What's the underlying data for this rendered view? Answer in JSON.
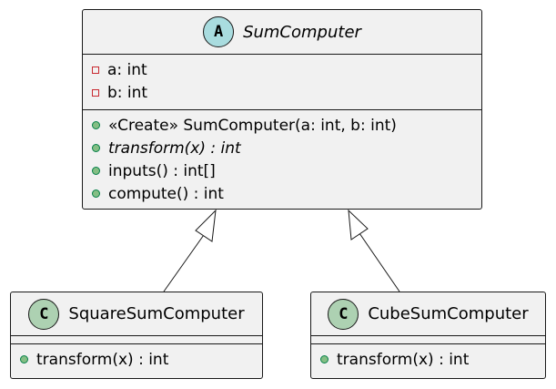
{
  "diagram": {
    "type": "uml-class-diagram",
    "classes": {
      "sum_computer": {
        "name": "SumComputer",
        "stereotype_letter": "A",
        "stereotype_color": "#a9dcdf",
        "abstract": true,
        "attributes": [
          {
            "visibility": "private",
            "text": "a: int"
          },
          {
            "visibility": "private",
            "text": "b: int"
          }
        ],
        "methods": [
          {
            "visibility": "public",
            "text": "«Create» SumComputer(a: int, b: int)",
            "italic": false
          },
          {
            "visibility": "public",
            "text": "transform(x) : int",
            "italic": true
          },
          {
            "visibility": "public",
            "text": "inputs() : int[]",
            "italic": false
          },
          {
            "visibility": "public",
            "text": "compute() : int",
            "italic": false
          }
        ]
      },
      "square_sum_computer": {
        "name": "SquareSumComputer",
        "stereotype_letter": "C",
        "stereotype_color": "#add1b2",
        "abstract": false,
        "attributes": [],
        "methods": [
          {
            "visibility": "public",
            "text": "transform(x) : int",
            "italic": false
          }
        ]
      },
      "cube_sum_computer": {
        "name": "CubeSumComputer",
        "stereotype_letter": "C",
        "stereotype_color": "#add1b2",
        "abstract": false,
        "attributes": [],
        "methods": [
          {
            "visibility": "public",
            "text": "transform(x) : int",
            "italic": false
          }
        ]
      }
    },
    "relations": [
      {
        "type": "inheritance",
        "from": "square_sum_computer",
        "to": "sum_computer"
      },
      {
        "type": "inheritance",
        "from": "cube_sum_computer",
        "to": "sum_computer"
      }
    ],
    "colors": {
      "class_background": "#f1f1f1",
      "border": "#181818",
      "private_marker": "#c82930",
      "public_marker_fill": "#84be84",
      "public_marker_border": "#038048"
    }
  }
}
